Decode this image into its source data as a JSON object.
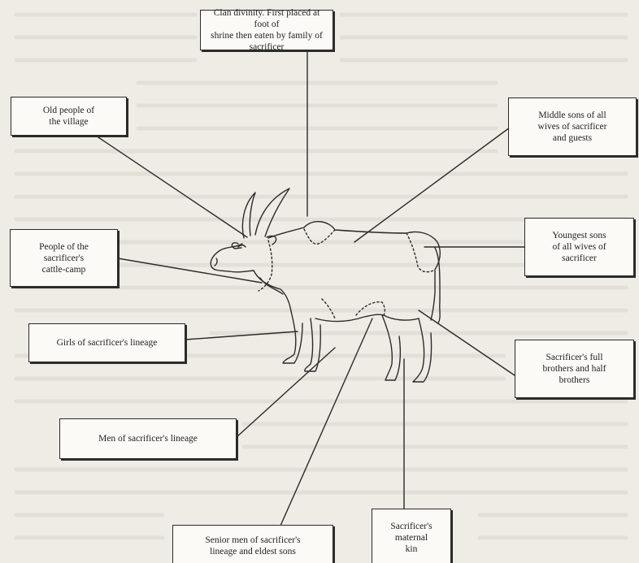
{
  "diagram": {
    "labels": {
      "clan_divinity": "Clan divinity. First placed at foot of\nshrine then eaten by family of sacrificer",
      "old_people": "Old people of\nthe village",
      "middle_sons": "Middle sons of all\nwives of sacrificer\nand guests",
      "cattle_camp": "People of the\nsacrificer's\ncattle-camp",
      "youngest_sons": "Youngest sons\nof all wives of\nsacrificer",
      "girls_lineage": "Girls of sacrificer's lineage",
      "full_brothers": "Sacrificer's full\nbrothers and half\nbrothers",
      "men_lineage": "Men of sacrificer's lineage",
      "senior_men": "Senior men of sacrificer's\nlineage and eldest sons",
      "maternal_kin": "Sacrificer's\nmaternal\nkin"
    },
    "colors": {
      "paper": "#efece6",
      "ink": "#2b2b2b",
      "box_fill": "#fbfaf7"
    }
  }
}
